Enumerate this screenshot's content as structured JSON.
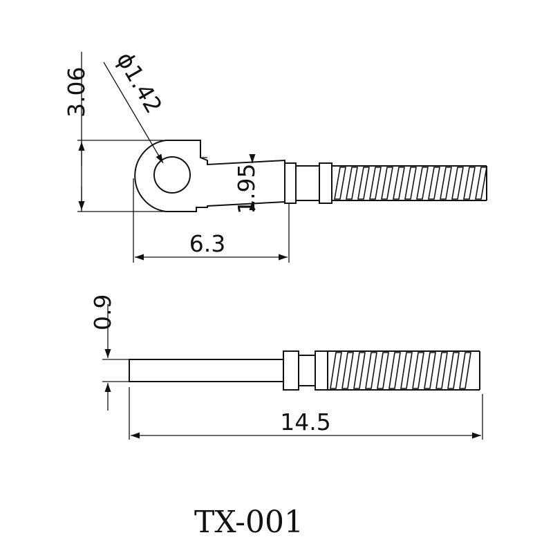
{
  "drawing": {
    "part_number": "TX-001",
    "dimensions": {
      "top_height": "3.06",
      "hole_diameter": "ϕ1.42",
      "neck_width": "1.95",
      "top_length": "6.3",
      "side_thickness": "0.9",
      "total_length": "14.5"
    },
    "line_color": "#111111",
    "background": "#ffffff"
  }
}
